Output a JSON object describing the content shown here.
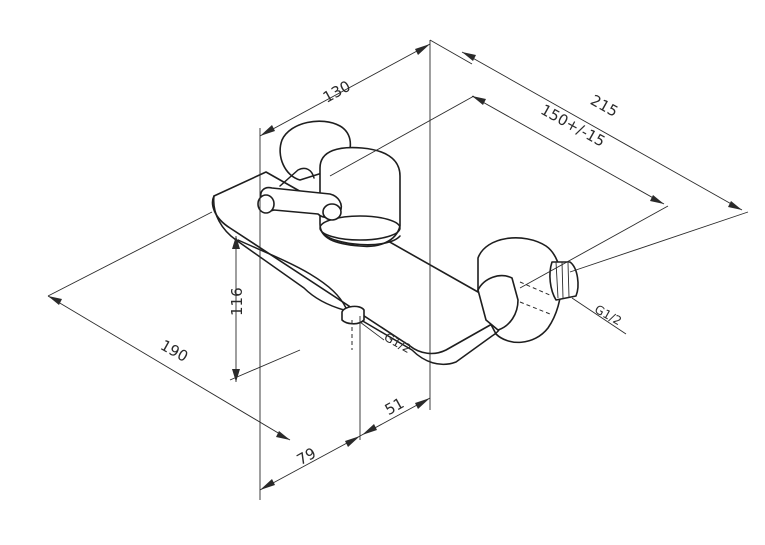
{
  "dimensions": {
    "d130": "130",
    "d215": "215",
    "d150": "150+/-15",
    "d116": "116",
    "d190": "190",
    "d79": "79",
    "d51": "51"
  },
  "threads": {
    "bottom_outlet": "G1/2",
    "wall_inlet": "G1/2"
  }
}
